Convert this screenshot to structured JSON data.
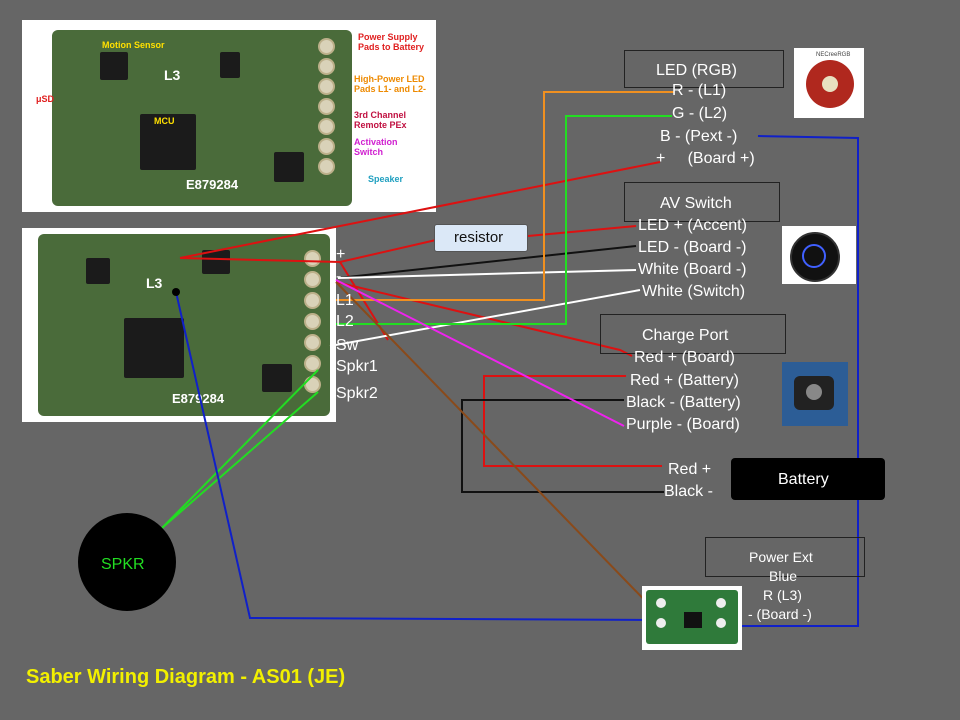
{
  "title": "Saber Wiring Diagram - AS01 (JE)",
  "board_photo_top": {
    "annotations": {
      "motion_sensor": "Motion Sensor",
      "mcu": "MCU",
      "usd": "μSD",
      "l3": "L3",
      "serial": "E879284",
      "power_pads": "Power Supply Pads to Battery",
      "led_pads": "High-Power LED Pads L1- and L2-",
      "third_channel": "3rd Channel Remote PEx",
      "activation": "Activation Switch",
      "speaker": "Speaker"
    },
    "colors": {
      "power_pads": "#e02020",
      "led_pads": "#ee8a00",
      "third_channel": "#c01040",
      "activation": "#d020d0",
      "speaker": "#20a0c0"
    }
  },
  "board_photo_bottom": {
    "l3": "L3",
    "serial": "E879284"
  },
  "pins": [
    "+",
    "-",
    "L1",
    "L2",
    "Sw",
    "Spkr1",
    "Spkr2"
  ],
  "led_rgb": {
    "title": "LED (RGB)",
    "lines": [
      "R - (L1)",
      "G - (L2)",
      "B - (Pext -)",
      "+     (Board +)"
    ],
    "product_label": "NECreeRGB"
  },
  "av_switch": {
    "title": "AV Switch",
    "lines": [
      "LED + (Accent)",
      "LED - (Board -)",
      "White (Board -)",
      "White (Switch)"
    ]
  },
  "resistor": "resistor",
  "charge_port": {
    "title": "Charge Port",
    "lines": [
      "Red + (Board)",
      "Red + (Battery)",
      "Black - (Battery)",
      "Purple - (Board)"
    ]
  },
  "battery": {
    "label": "Battery",
    "lines": [
      "Red +",
      "Black -"
    ]
  },
  "power_ext": {
    "lines": [
      "Power Ext",
      "Blue",
      "R (L3)",
      "- (Board -)"
    ]
  },
  "speaker": "SPKR",
  "wire_colors": {
    "red": "#dd1111",
    "black": "#111111",
    "white": "#ffffff",
    "orange": "#f09020",
    "green": "#22dd22",
    "blue": "#1020c8",
    "magenta": "#ee22ee",
    "brown": "#8a4a1a"
  }
}
